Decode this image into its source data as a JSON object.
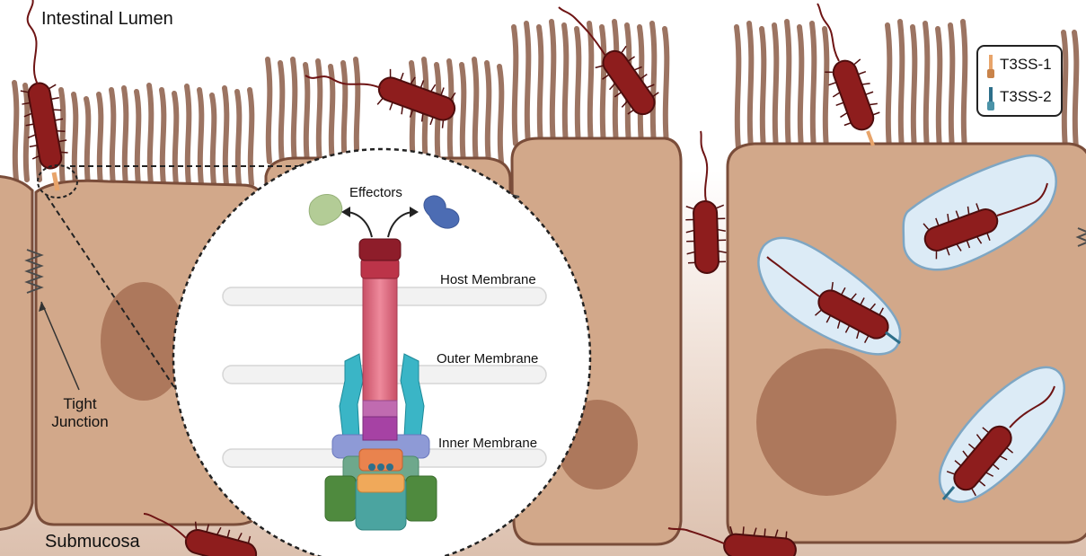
{
  "labels": {
    "lumen": "Intestinal Lumen",
    "submucosa": "Submucosa",
    "tight_junction_line1": "Tight",
    "tight_junction_line2": "Junction",
    "effectors": "Effectors",
    "host_membrane": "Host Membrane",
    "outer_membrane": "Outer Membrane",
    "inner_membrane": "Inner Membrane"
  },
  "legend": {
    "items": [
      {
        "label": "T3SS-1",
        "icon": "t3ss-1-needle-icon",
        "color": "#e8a46a"
      },
      {
        "label": "T3SS-2",
        "icon": "t3ss-2-needle-icon",
        "color": "#2d6f8a"
      }
    ]
  },
  "colors": {
    "cell_fill": "#d2a88a",
    "cell_outline": "#7a4d3a",
    "nucleus": "#a77053",
    "submucosa": "#e2c6b6",
    "bacterium": "#8e1d1d",
    "vacuole": "#dcebf6",
    "needle": "#d9667c",
    "outer_ring": "#3ab5c6",
    "inner_ring": "#8e9ad6",
    "base": "#4f8a3e",
    "effector_green": "#b3cc96",
    "effector_blue": "#4c6cb3"
  }
}
